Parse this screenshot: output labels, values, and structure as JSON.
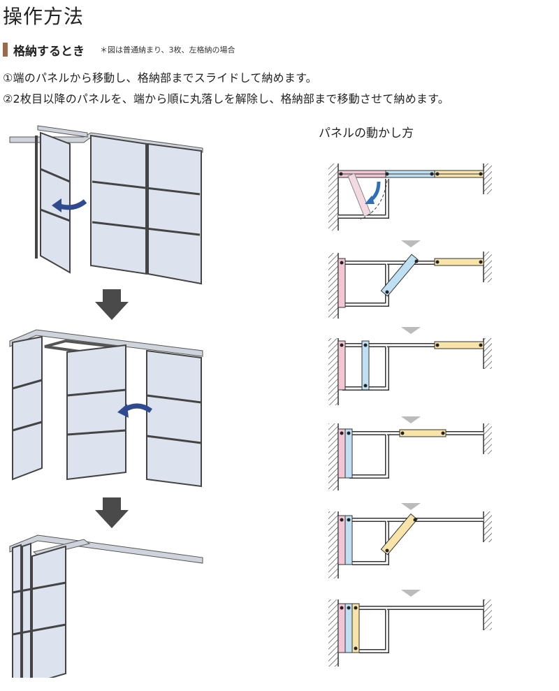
{
  "title": "操作方法",
  "section": {
    "heading": "格納するとき",
    "note": "＊図は普通納まり、3枚、左格納の場合"
  },
  "steps": [
    "①端のパネルから移動し、格納部までスライドして納めます。",
    "②2枚目以降のパネルを、端から順に丸落しを解除し、格納部まで移動させて納めます。"
  ],
  "diagram_title": "パネルの動かし方",
  "colors": {
    "accent_bar": "#9a6a4a",
    "arrow": "#2f4a8f",
    "down_arrow": "#4a4a4a",
    "panel_pink": "#f3c6d3",
    "panel_blue": "#bfe0f3",
    "panel_yellow": "#f8e3a8",
    "glass": "#dde3ee"
  }
}
